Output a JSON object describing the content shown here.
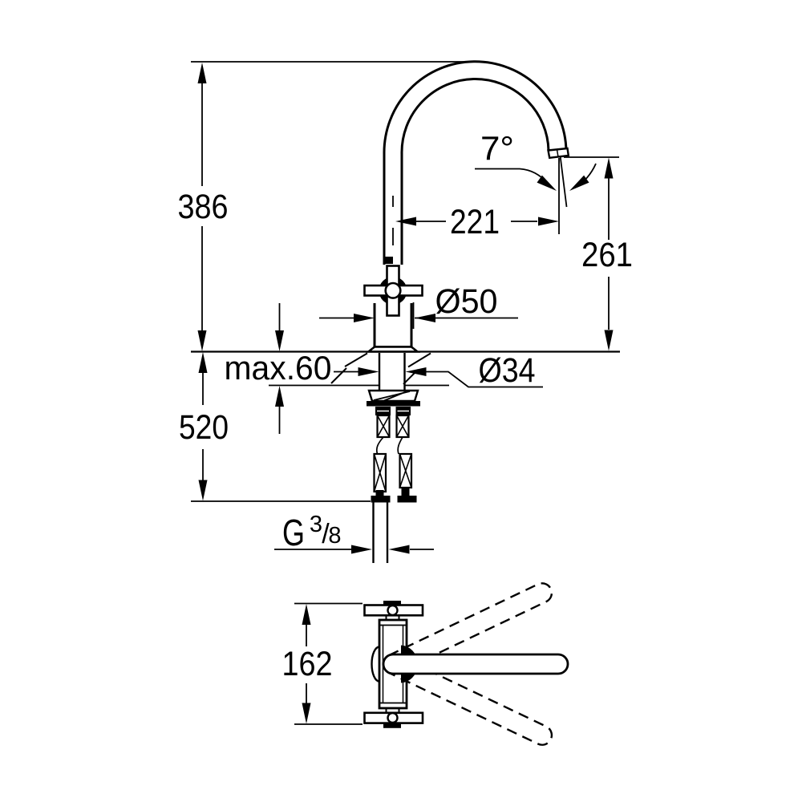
{
  "drawing": {
    "type": "technical-dimension-drawing",
    "subject": "single-hole kitchen mixer faucet with cross handle and high C-spout, front view and top (swivel) view",
    "colors": {
      "line": "#000000",
      "background": "#ffffff"
    },
    "labels": {
      "total_height": "386",
      "spout_reach": "221",
      "outlet_height": "261",
      "outlet_angle": "7°",
      "body_diameter": "Ø50",
      "max_deck_thickness": "max.60",
      "hole_diameter": "Ø34",
      "below_deck_length": "520",
      "thread_g": "G",
      "thread_numerator": "3",
      "thread_slash": "/",
      "thread_denominator": "8",
      "top_view_depth": "162"
    }
  }
}
